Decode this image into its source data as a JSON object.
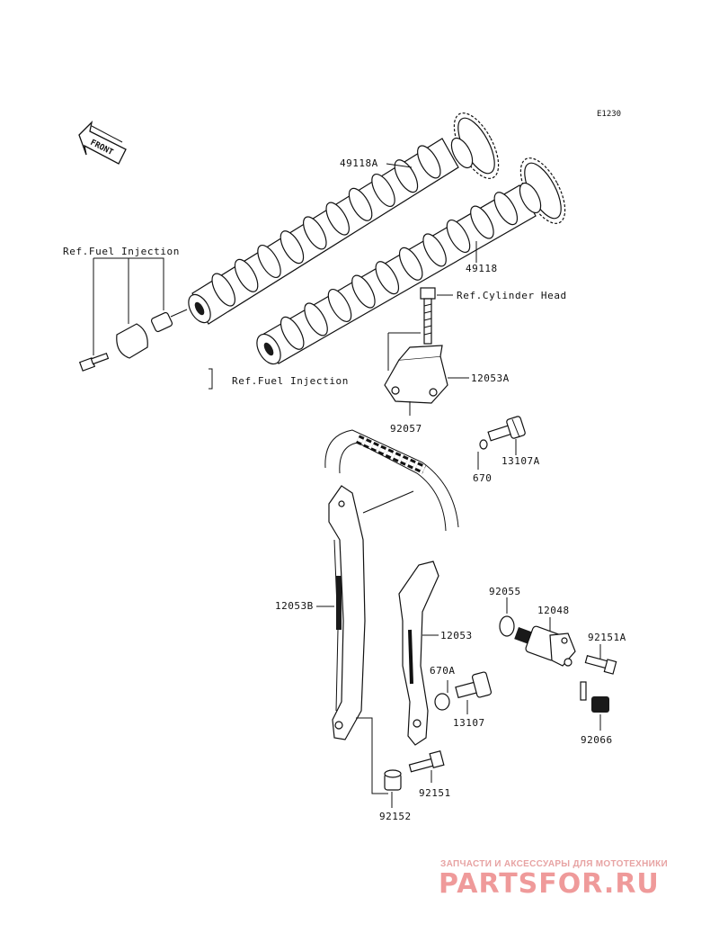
{
  "diagram": {
    "code": "E1230",
    "front_label": "FRONT",
    "labels": {
      "camshaft_exhaust": "49118A",
      "camshaft_intake": "49118",
      "ref_fuel_injection_top": "Ref.Fuel Injection",
      "ref_fuel_injection_mid": "Ref.Fuel Injection",
      "ref_cylinder_head": "Ref.Cylinder Head",
      "guide_upper": "12053A",
      "washer_92057": "92057",
      "bolt_13107a": "13107A",
      "oring_670": "670",
      "guide_rear": "12053B",
      "guide_front": "12053",
      "oring_670a": "670A",
      "bolt_13107": "13107",
      "oring_92055": "92055",
      "tensioner": "12048",
      "bolt_92151a": "92151A",
      "gasket_92066": "92066",
      "bolt_92151": "92151",
      "collar_92152": "92152"
    }
  },
  "watermark": {
    "tagline": "ЗАПЧАСТИ И АКСЕССУАРЫ ДЛЯ МОТОТЕХНИКИ",
    "brand": "PARTSFOR.RU",
    "color": "#ef9a9a"
  }
}
